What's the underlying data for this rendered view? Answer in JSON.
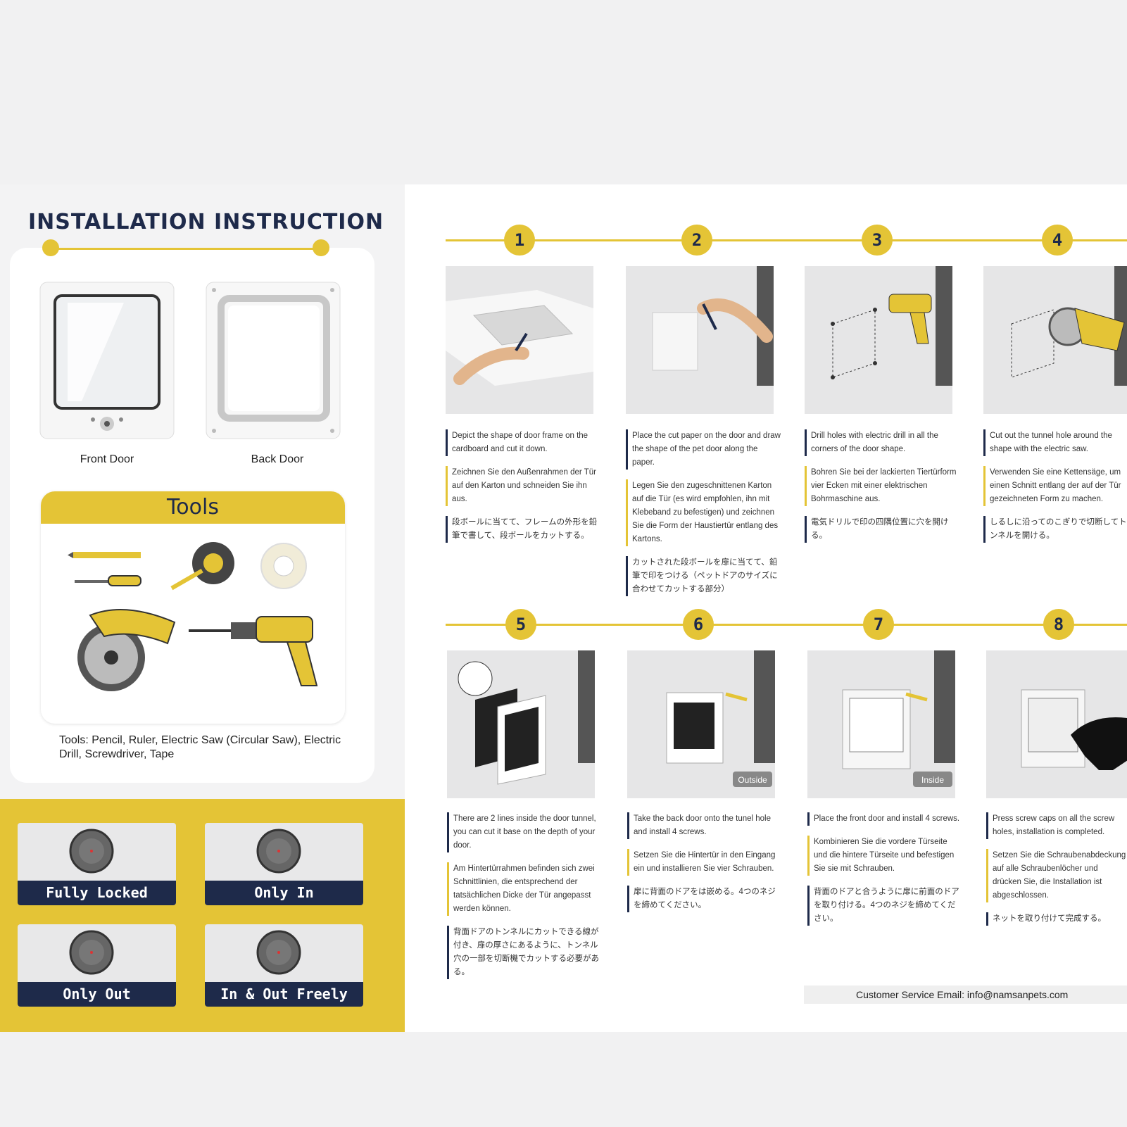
{
  "title": "INSTALLATION INSTRUCTION",
  "doors": {
    "front_label": "Front Door",
    "back_label": "Back Door"
  },
  "tools": {
    "heading": "Tools",
    "description": "Tools: Pencil, Ruler, Electric Saw (Circular Saw), Electric Drill, Screwdriver, Tape"
  },
  "modes": [
    {
      "label": "Fully Locked"
    },
    {
      "label": "Only In"
    },
    {
      "label": "Only Out"
    },
    {
      "label": "In & Out Freely"
    }
  ],
  "steps": [
    {
      "number": "1",
      "en": "Depict the shape of door frame on the cardboard and cut it down.",
      "de": "Zeichnen Sie den Außenrahmen der Tür auf den Karton und schneiden Sie ihn aus.",
      "ja": "段ボールに当てて、フレームの外形を鉛筆で書して、段ボールをカットする。"
    },
    {
      "number": "2",
      "en": "Place the cut paper on the door and draw the shape of the pet door along the paper.",
      "de": "Legen Sie den zugeschnittenen Karton auf die Tür (es wird empfohlen, ihn mit Klebeband zu befestigen) und zeichnen Sie die Form der Haustiertür entlang des Kartons.",
      "ja": "カットされた段ボールを扉に当てて、鉛筆で印をつける（ペットドアのサイズに合わせてカットする部分）"
    },
    {
      "number": "3",
      "en": "Drill holes with electric drill in all the corners of the door shape.",
      "de": "Bohren Sie bei der lackierten Tiertürform vier Ecken mit einer elektrischen Bohrmaschine aus.",
      "ja": "電気ドリルで印の四隅位置に穴を開ける。"
    },
    {
      "number": "4",
      "en": "Cut out the tunnel hole around the shape with the electric saw.",
      "de": "Verwenden Sie eine Kettensäge, um einen Schnitt entlang der auf der Tür gezeichneten Form zu machen.",
      "ja": "しるしに沿ってのこぎりで切断してトンネルを開ける。"
    },
    {
      "number": "5",
      "en": "There are 2 lines inside the door tunnel, you can cut it base on the depth of your door.",
      "de": "Am Hintertürrahmen befinden sich zwei Schnittlinien, die entsprechend der tatsächlichen Dicke der Tür angepasst werden können.",
      "ja": "背面ドアのトンネルにカットできる線が付き、扉の厚さにあるように、トンネル穴の一部を切断機でカットする必要がある。"
    },
    {
      "number": "6",
      "badge": "Outside",
      "en": "Take the back door onto the tunel hole and install 4 screws.",
      "de": "Setzen Sie die Hintertür in den Eingang ein und installieren Sie vier Schrauben.",
      "ja": "扉に背面のドアをは嵌める。4つのネジを締めてください。"
    },
    {
      "number": "7",
      "badge": "Inside",
      "en": "Place the front door and install 4 screws.",
      "de": "Kombinieren Sie die vordere Türseite und die hintere Türseite und befestigen Sie sie mit Schrauben.",
      "ja": "背面のドアと合うように扉に前面のドアを取り付ける。4つのネジを締めてください。"
    },
    {
      "number": "8",
      "en": "Press screw caps on all the screw holes, installation is completed.",
      "de": "Setzen Sie die Schraubenabdeckung auf alle Schraubenlöcher und drücken Sie, die Installation ist abgeschlossen.",
      "ja": "ネットを取り付けて完成する。"
    }
  ],
  "email": "Customer Service Email: info@namsanpets.com",
  "colors": {
    "accent": "#e4c436",
    "navy": "#1e2a4a"
  }
}
